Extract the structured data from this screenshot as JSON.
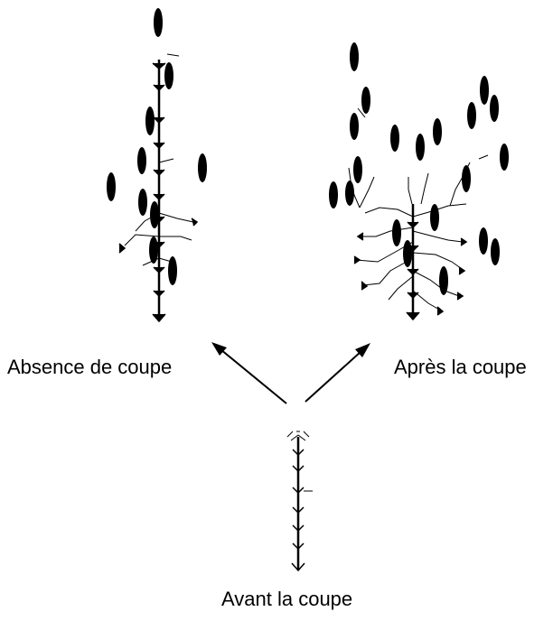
{
  "captions": {
    "left": "Absence de coupe",
    "right": "Après la coupe",
    "bottom": "Avant la coupe"
  },
  "colors": {
    "ink": "#000000",
    "background": "#ffffff"
  }
}
